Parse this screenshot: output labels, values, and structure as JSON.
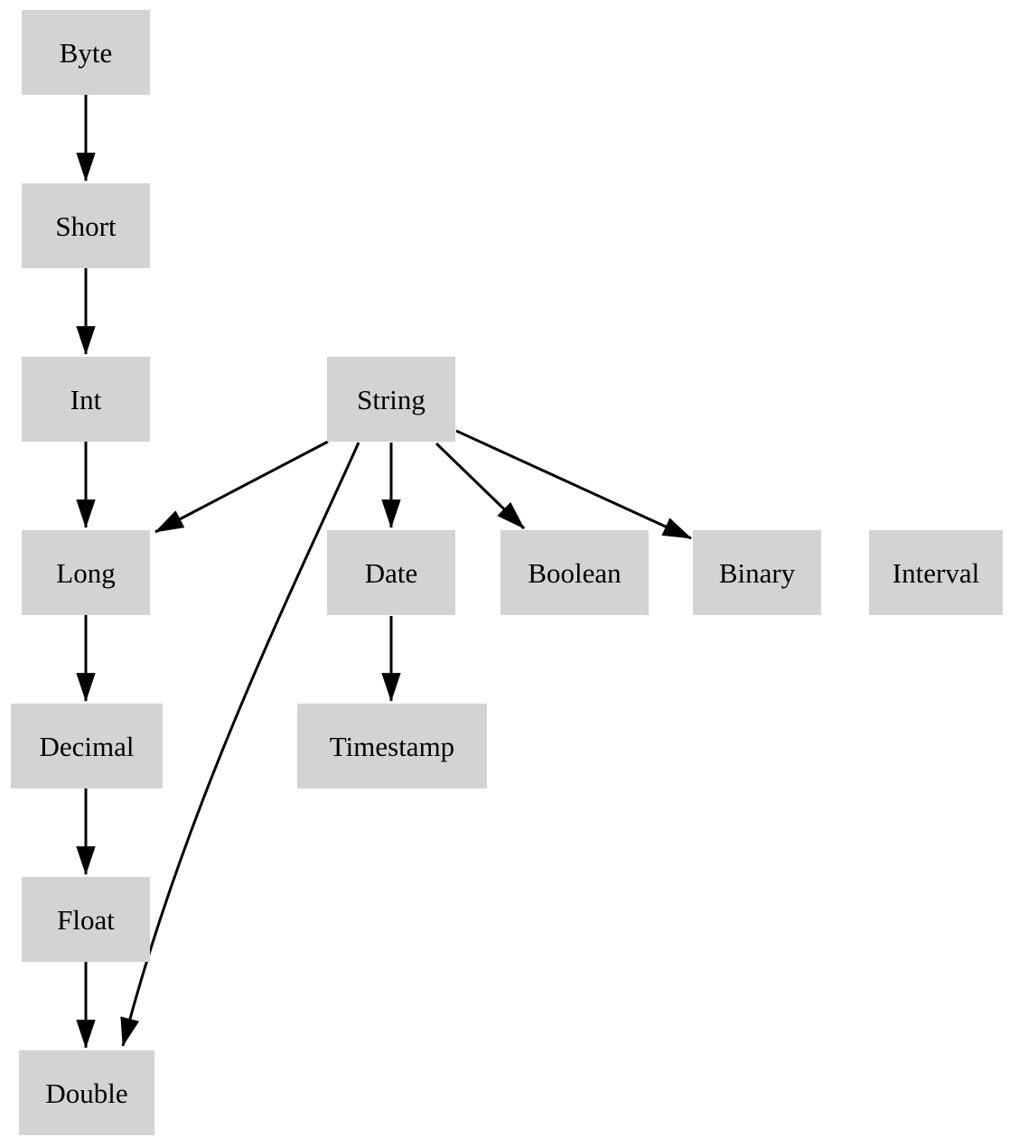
{
  "diagram": {
    "type": "directed-graph",
    "description": "Type promotion hierarchy diagram",
    "colors": {
      "background": "#ffffff",
      "node_fill": "#d3d3d3",
      "edge_color": "#000000"
    },
    "nodes": [
      {
        "id": "byte",
        "label": "Byte"
      },
      {
        "id": "short",
        "label": "Short"
      },
      {
        "id": "int",
        "label": "Int"
      },
      {
        "id": "string",
        "label": "String"
      },
      {
        "id": "long",
        "label": "Long"
      },
      {
        "id": "date",
        "label": "Date"
      },
      {
        "id": "boolean",
        "label": "Boolean"
      },
      {
        "id": "binary",
        "label": "Binary"
      },
      {
        "id": "interval",
        "label": "Interval"
      },
      {
        "id": "decimal",
        "label": "Decimal"
      },
      {
        "id": "timestamp",
        "label": "Timestamp"
      },
      {
        "id": "float",
        "label": "Float"
      },
      {
        "id": "double",
        "label": "Double"
      }
    ],
    "edges": [
      {
        "from": "Byte",
        "to": "Short"
      },
      {
        "from": "Short",
        "to": "Int"
      },
      {
        "from": "Int",
        "to": "Long"
      },
      {
        "from": "Long",
        "to": "Decimal"
      },
      {
        "from": "Decimal",
        "to": "Float"
      },
      {
        "from": "Float",
        "to": "Double"
      },
      {
        "from": "String",
        "to": "Long"
      },
      {
        "from": "String",
        "to": "Date"
      },
      {
        "from": "String",
        "to": "Boolean"
      },
      {
        "from": "String",
        "to": "Binary"
      },
      {
        "from": "String",
        "to": "Double"
      },
      {
        "from": "Date",
        "to": "Timestamp"
      }
    ]
  }
}
